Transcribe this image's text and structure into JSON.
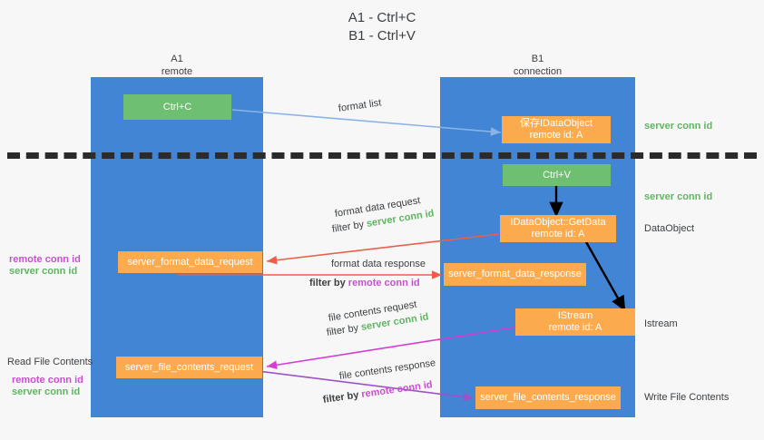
{
  "title": {
    "line1": "A1 - Ctrl+C",
    "line2": "B1 - Ctrl+V"
  },
  "lanes": [
    {
      "id": "A1",
      "name": "A1",
      "role": "remote"
    },
    {
      "id": "B1",
      "name": "B1",
      "role": "connection"
    }
  ],
  "nodes": {
    "ctrl_c": "Ctrl+C",
    "ctrl_v": "Ctrl+V",
    "save_idataobject_line1": "保存IDataObject",
    "save_idataobject_line2": "remote id: A",
    "getdata_line1": "IDataObject::GetData",
    "getdata_line2": "remote id: A",
    "istream_line1": "IStream",
    "istream_line2": "remote id: A",
    "server_format_data_request": "server_format_data_request",
    "server_format_data_response": "server_format_data_response",
    "server_file_contents_request": "server_file_contents_request",
    "server_file_contents_response": "server_file_contents_response"
  },
  "edge_labels": {
    "format_list": "format list",
    "format_data_request": "format data request",
    "format_data_request_filter_prefix": "filter by ",
    "format_data_request_filter_value": "server conn id",
    "format_data_response": "format data response",
    "format_data_response_filter_prefix": "filter by ",
    "format_data_response_filter_value": "remote conn id",
    "file_contents_request": "file contents request",
    "file_contents_request_filter_prefix": "filter by ",
    "file_contents_request_filter_value": "server conn id",
    "file_contents_response": "file contents response",
    "file_contents_response_filter_prefix": "filter by ",
    "file_contents_response_filter_value": "remote conn id"
  },
  "side_labels": {
    "left_remote_conn_id": "remote conn id",
    "left_server_conn_id": "server conn id",
    "read_file_contents": "Read File Contents",
    "left2_remote_conn_id": "remote conn id",
    "left2_server_conn_id": "server conn id",
    "right_server_conn_id_1": "server conn id",
    "right_server_conn_id_2": "server conn id",
    "dataobject": "DataObject",
    "istream": "Istream",
    "write_file_contents": "Write File Contents"
  },
  "colors": {
    "lane": "#4285d4",
    "box_orange": "#fbab4e",
    "box_green": "#6fbf73",
    "conn_green": "#5fb561",
    "conn_pink": "#c94fd0",
    "arrow_blue": "#8ab4e8",
    "arrow_red": "#e8604c",
    "arrow_pink": "#d63bd6",
    "arrow_purple": "#a050c8",
    "arrow_black": "#000000",
    "background": "#f7f7f7",
    "divider": "#2b2b2b"
  }
}
